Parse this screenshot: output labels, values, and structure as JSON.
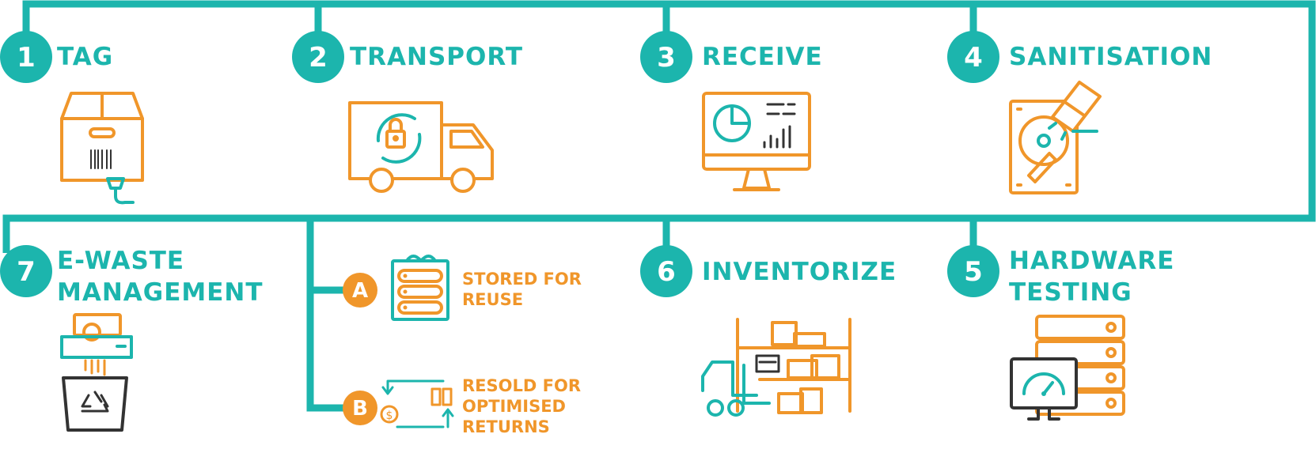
{
  "colors": {
    "teal": "#1cb5ad",
    "orange": "#f0962a",
    "dark": "#333333"
  },
  "steps": [
    {
      "num": "1",
      "title": "TAG",
      "icon": "barcode-box-icon"
    },
    {
      "num": "2",
      "title": "TRANSPORT",
      "icon": "secure-truck-icon"
    },
    {
      "num": "3",
      "title": "RECEIVE",
      "icon": "dashboard-monitor-icon"
    },
    {
      "num": "4",
      "title": "SANITISATION",
      "icon": "hard-drive-eraser-icon"
    },
    {
      "num": "5",
      "title_line1": "HARDWARE",
      "title_line2": "TESTING",
      "icon": "server-gauge-icon"
    },
    {
      "num": "6",
      "title": "INVENTORIZE",
      "icon": "forklift-warehouse-icon"
    },
    {
      "num": "7",
      "title_line1": "E-WASTE",
      "title_line2": "MANAGEMENT",
      "icon": "shredder-recycle-icon"
    }
  ],
  "branches": [
    {
      "letter": "A",
      "line1": "STORED FOR",
      "line2": "REUSE",
      "icon": "storage-gift-icon"
    },
    {
      "letter": "B",
      "line1": "RESOLD FOR",
      "line2": "OPTIMISED",
      "line3": "RETURNS",
      "icon": "resale-cycle-icon"
    }
  ]
}
